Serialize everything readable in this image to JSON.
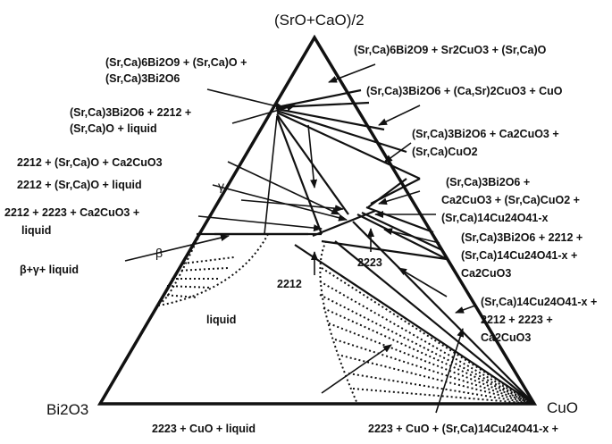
{
  "vertices": {
    "top": "(SrO+CaO)/2",
    "left": "Bi2O3",
    "right": "CuO"
  },
  "labels": {
    "l1": "(Sr,Ca)6Bi2O9 + Sr2CuO3 + (Sr,Ca)O",
    "l2a": "(Sr,Ca)6Bi2O9 + (Sr,Ca)O +",
    "l2b": "(Sr,Ca)3Bi2O6",
    "l3": "(Sr,Ca)3Bi2O6 + (Ca,Sr)2CuO3 + CuO",
    "l4a": "(Sr,Ca)3Bi2O6 + 2212 +",
    "l4b": "(Sr,Ca)O + liquid",
    "l5a": "(Sr,Ca)3Bi2O6 + Ca2CuO3 +",
    "l5b": "(Sr,Ca)CuO2",
    "l6": "2212 + (Sr,Ca)O + Ca2CuO3",
    "l7a": "(Sr,Ca)3Bi2O6 +",
    "l7b": "Ca2CuO3 + (Sr,Ca)CuO2 +",
    "l7c": "(Sr,Ca)14Cu24O41-x",
    "l8": "2212 + (Sr,Ca)O + liquid",
    "gamma": "γ",
    "l9a": "2212 + 2223 + Ca2CuO3 +",
    "l9b": "liquid",
    "l10a": "(Sr,Ca)3Bi2O6 + 2212 +",
    "l10b": "(Sr,Ca)14Cu24O41-x +",
    "l10c": "Ca2CuO3",
    "l11": "2223",
    "l12": "β+γ+ liquid",
    "beta": "β",
    "l13": "2212",
    "l14a": "(Sr,Ca)14Cu24O41-x +",
    "l14b": "2212 + 2223 +",
    "l14c": "Ca2CuO3",
    "liquid": "liquid",
    "l15": "2223 + CuO + liquid",
    "l16": "2223 + CuO + (Sr,Ca)14Cu24O41-x +"
  }
}
